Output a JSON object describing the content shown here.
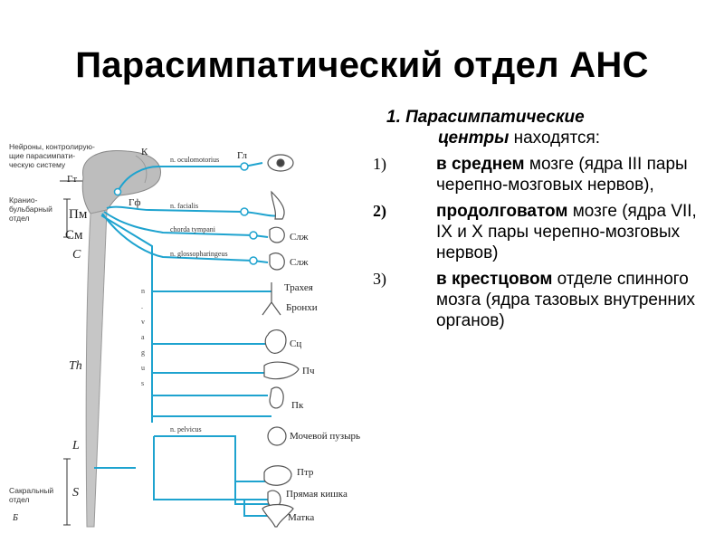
{
  "title": "Парасимпатический отдел АНС",
  "intro": {
    "heading": "1. Парасимпатические",
    "heading_cont": "центры",
    "tail": "находятся:"
  },
  "items": [
    {
      "number": "1)",
      "bold": "в среднем",
      "text": " мозге (ядра III пары черепно-мозговых нервов),"
    },
    {
      "number": "2)",
      "bold": "продолговатом",
      "text": " мозге (ядра VII, IX и  X пары черепно-мозговых нервов)"
    },
    {
      "number": "3)",
      "bold": "в крестцовом",
      "text": " отделе спинного мозга (ядра тазовых внутренних органов)"
    }
  ],
  "diagram": {
    "neurons_label": "Нейроны, контролирую-\nщие парасимпати-\nческую систему",
    "cranio_label": "Кранио-\nбульбарный\nотдел",
    "sacral_label": "Сакральный\nотдел",
    "k": "К",
    "gt": "Гт",
    "gf": "Гф",
    "pm": "Пм",
    "sm": "См",
    "C": "C",
    "Th": "Th",
    "L": "L",
    "S": "S",
    "b": "Б",
    "vagus_letters": [
      "n",
      ".",
      "v",
      "a",
      "g",
      "u",
      "s"
    ],
    "nerves": {
      "oculomotorius": "n. oculomotorius",
      "facialis": "n. facialis",
      "chorda": "chorda tympani",
      "glosso": "n. glossopharingeus",
      "pelvicus": "n. pelvicus"
    },
    "organs": {
      "gl": "Гл",
      "slzh1": "Слж",
      "slzh2": "Слж",
      "trachea": "Трахея",
      "bronchi": "Бронхи",
      "sc": "Сц",
      "pch": "Пч",
      "pk": "Пк",
      "bladder": "Мочевой пузырь",
      "ptr": "Птр",
      "rectum": "Прямая кишка",
      "uterus": "Матка"
    },
    "colors": {
      "nerve": "#1ea3cf",
      "ganglion": "#1ea3cf",
      "organ": "#555555"
    }
  }
}
